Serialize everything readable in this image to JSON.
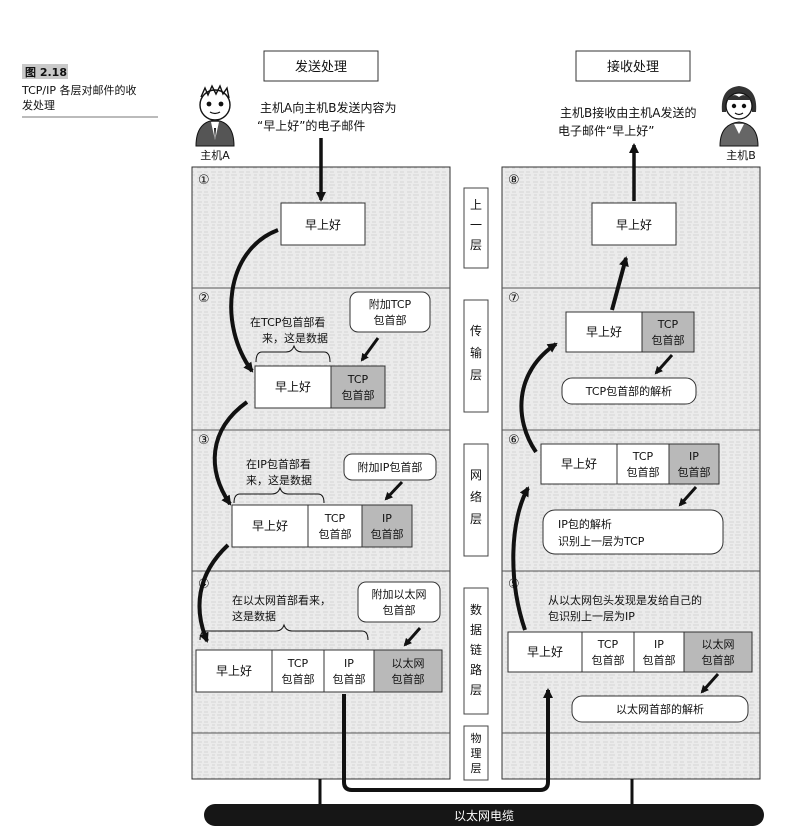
{
  "caption": {
    "number": "图 2.18",
    "line1": "TCP/IP 各层对邮件的收",
    "line2": "发处理"
  },
  "sending": {
    "title": "发送处理",
    "host_label": "主机A",
    "desc_line1": "主机A向主机B发送内容为",
    "desc_line2": "“早上好”的电子邮件"
  },
  "receiving": {
    "title": "接收处理",
    "host_label": "主机B",
    "desc_line1": "主机B接收由主机A发送的",
    "desc_line2": "电子邮件“早上好”"
  },
  "layers": {
    "upper": [
      "上",
      "一",
      "层"
    ],
    "transport": [
      "传",
      "输",
      "层"
    ],
    "network": [
      "网",
      "络",
      "层"
    ],
    "datalink": [
      "数",
      "据",
      "链",
      "路",
      "层"
    ],
    "physical": [
      "物",
      "理",
      "层"
    ]
  },
  "steps": {
    "s1": "①",
    "s2": "②",
    "s3": "③",
    "s4": "④",
    "s5": "⑤",
    "s6": "⑥",
    "s7": "⑦",
    "s8": "⑧"
  },
  "packet": {
    "data": "早上好",
    "tcp_header": [
      "TCP",
      "包首部"
    ],
    "ip_header": [
      "IP",
      "包首部"
    ],
    "eth_header": [
      "以太网",
      "包首部"
    ]
  },
  "send_notes": {
    "add_tcp": [
      "附加TCP",
      "包首部"
    ],
    "tcp_view": [
      "在TCP包首部看",
      "来，这是数据"
    ],
    "add_ip": "附加IP包首部",
    "ip_view": [
      "在IP包首部看",
      "来，这是数据"
    ],
    "add_eth": [
      "附加以太网",
      "包首部"
    ],
    "eth_view": [
      "在以太网首部看来，",
      "这是数据"
    ]
  },
  "recv_notes": {
    "tcp_parse": "TCP包首部的解析",
    "ip_parse": [
      "IP包的解析",
      "识别上一层为TCP"
    ],
    "eth_detect": [
      "从以太网包头发现是发给自己的",
      "包识别上一层为IP"
    ],
    "eth_parse": "以太网首部的解析"
  },
  "cable": "以太网电缆"
}
